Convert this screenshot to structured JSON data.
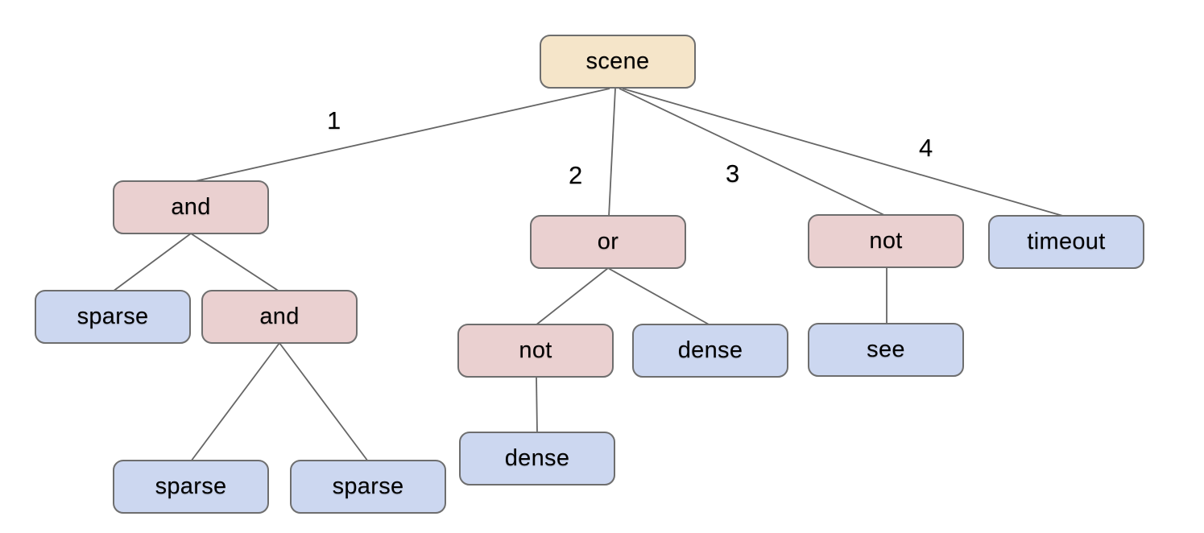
{
  "diagram": {
    "type": "tree",
    "description": "behavior-tree style scene diagram with numbered child edges",
    "colors": {
      "background": "#ffffff",
      "root_fill": "#f5e5c9",
      "operator_fill": "#ead0d0",
      "leaf_fill": "#ccd7f0",
      "node_border": "#6e6e6e",
      "edge_stroke": "#666666",
      "text": "#000000"
    },
    "nodes": [
      {
        "id": "scene",
        "label": "scene",
        "type": "root"
      },
      {
        "id": "and-1",
        "label": "and",
        "type": "operator"
      },
      {
        "id": "or-1",
        "label": "or",
        "type": "operator"
      },
      {
        "id": "not-1",
        "label": "not",
        "type": "operator"
      },
      {
        "id": "timeout-1",
        "label": "timeout",
        "type": "leaf"
      },
      {
        "id": "sparse-1",
        "label": "sparse",
        "type": "leaf"
      },
      {
        "id": "and-2",
        "label": "and",
        "type": "operator"
      },
      {
        "id": "not-2",
        "label": "not",
        "type": "operator"
      },
      {
        "id": "dense-1",
        "label": "dense",
        "type": "leaf"
      },
      {
        "id": "see-1",
        "label": "see",
        "type": "leaf"
      },
      {
        "id": "sparse-2",
        "label": "sparse",
        "type": "leaf"
      },
      {
        "id": "sparse-3",
        "label": "sparse",
        "type": "leaf"
      },
      {
        "id": "dense-2",
        "label": "dense",
        "type": "leaf"
      }
    ],
    "edges": [
      {
        "from": "scene",
        "to": "and-1",
        "label": "1"
      },
      {
        "from": "scene",
        "to": "or-1",
        "label": "2"
      },
      {
        "from": "scene",
        "to": "not-1",
        "label": "3"
      },
      {
        "from": "scene",
        "to": "timeout-1",
        "label": "4"
      },
      {
        "from": "and-1",
        "to": "sparse-1",
        "label": ""
      },
      {
        "from": "and-1",
        "to": "and-2",
        "label": ""
      },
      {
        "from": "and-2",
        "to": "sparse-2",
        "label": ""
      },
      {
        "from": "and-2",
        "to": "sparse-3",
        "label": ""
      },
      {
        "from": "or-1",
        "to": "not-2",
        "label": ""
      },
      {
        "from": "or-1",
        "to": "dense-1",
        "label": ""
      },
      {
        "from": "not-2",
        "to": "dense-2",
        "label": ""
      },
      {
        "from": "not-1",
        "to": "see-1",
        "label": ""
      }
    ]
  }
}
